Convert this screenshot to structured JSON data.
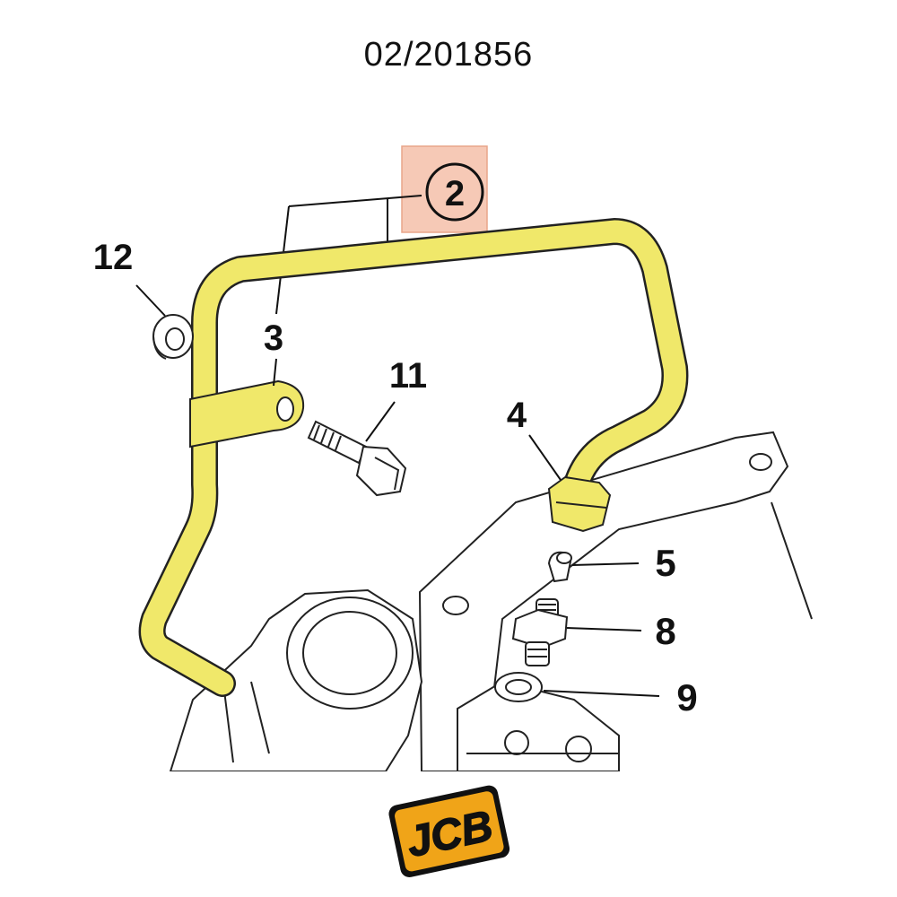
{
  "header": {
    "part_number": "02/201856"
  },
  "diagram": {
    "callouts": [
      "2",
      "3",
      "4",
      "5",
      "8",
      "9",
      "11",
      "12"
    ],
    "highlight_color": "#f0e86a",
    "highlight_box_color": "#f6c9b6"
  },
  "logo": {
    "text": "JCB",
    "brand_color": "#f0a418"
  }
}
